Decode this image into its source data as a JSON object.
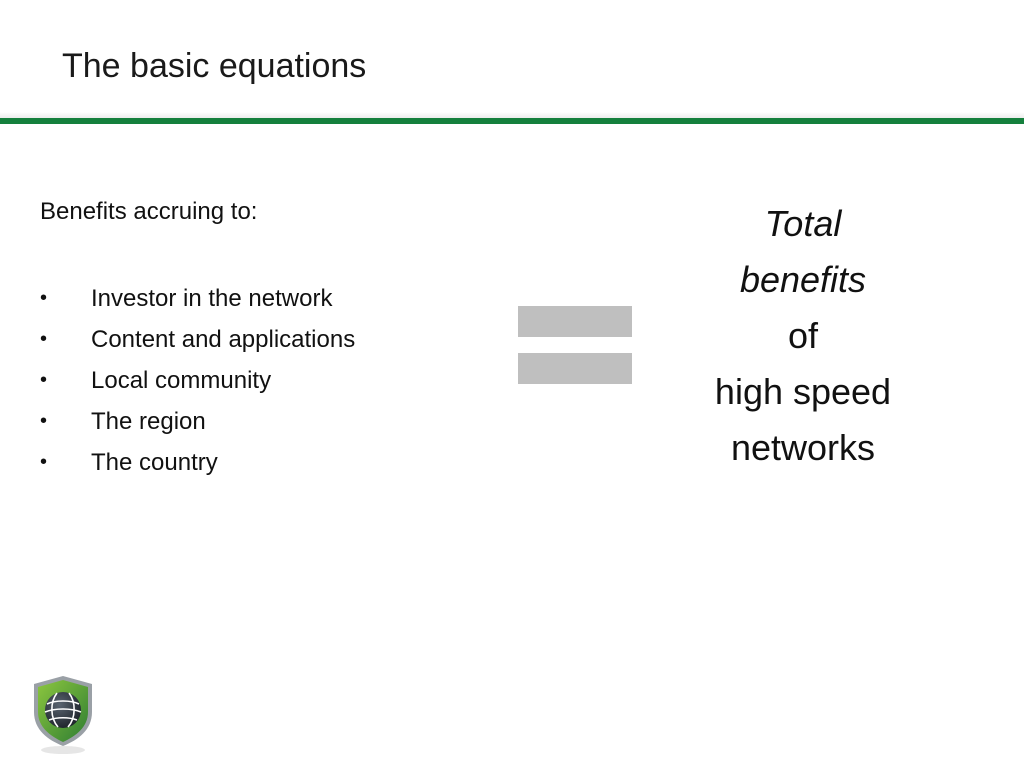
{
  "slide": {
    "title": "The basic equations",
    "accent_color": "#15803d",
    "left": {
      "intro": "Benefits accruing to:",
      "bullet_symbol": "•",
      "bullets": [
        "Investor in the network",
        "Content and applications",
        "Local community",
        "The region",
        "The country"
      ]
    },
    "operator": {
      "icon": "equals-sign",
      "color": "#bfbfbf"
    },
    "right": {
      "lines": [
        "Total",
        "benefits",
        "of",
        "high speed",
        "networks"
      ]
    },
    "footer": {
      "logo_icon": "shield-globe-logo"
    }
  }
}
